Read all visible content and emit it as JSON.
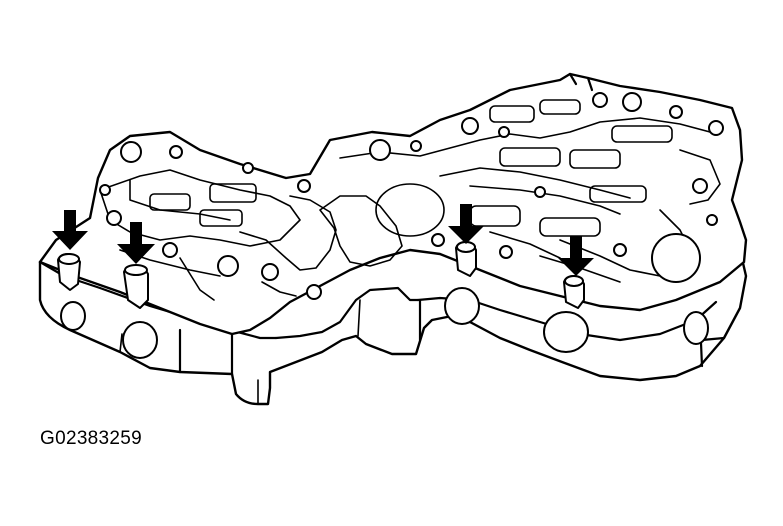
{
  "figure": {
    "id_label": "G02383259"
  },
  "callouts": [
    {
      "name": "arrow-1"
    },
    {
      "name": "arrow-2"
    },
    {
      "name": "arrow-3"
    },
    {
      "name": "arrow-4"
    }
  ]
}
